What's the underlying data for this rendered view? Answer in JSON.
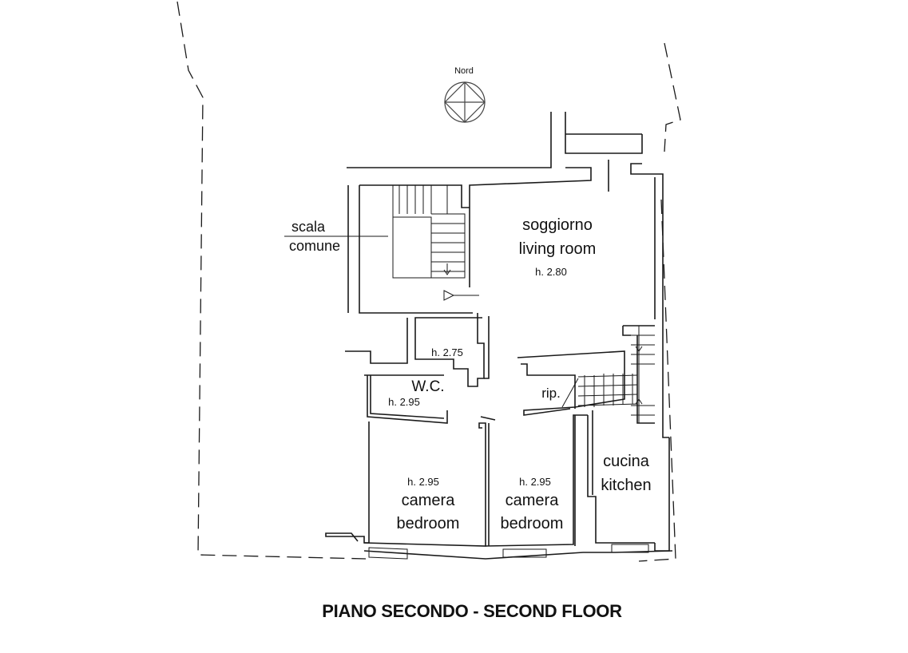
{
  "compass": {
    "label": "Nord"
  },
  "rooms": {
    "stair": {
      "line1": "scala",
      "line2": "comune"
    },
    "living": {
      "line1": "soggiorno",
      "line2": "living room",
      "height": "h. 2.80"
    },
    "small_room": {
      "height": "h. 2.75"
    },
    "wc": {
      "label": "W.C.",
      "height": "h. 2.95"
    },
    "storage": {
      "label": "rip."
    },
    "kitchen": {
      "line1": "cucina",
      "line2": "kitchen"
    },
    "bedroom_left": {
      "line1": "camera",
      "line2": "bedroom",
      "height": "h. 2.95"
    },
    "bedroom_right": {
      "line1": "camera",
      "line2": "bedroom",
      "height": "h. 2.95"
    }
  },
  "title": "PIANO SECONDO - SECOND FLOOR"
}
